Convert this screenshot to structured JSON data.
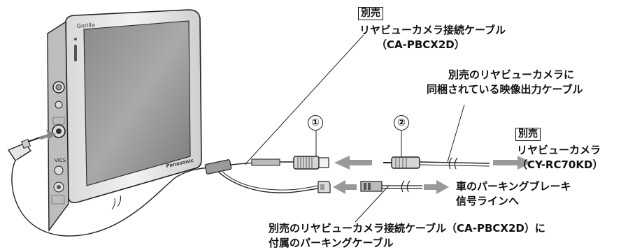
{
  "device": {
    "brand": "Gorilla",
    "maker": "Panasonic",
    "jack_labels": [
      "VICS"
    ]
  },
  "labels": {
    "cable_main_tag": "別売",
    "cable_main_line1": "リヤビューカメラ接続ケーブル",
    "cable_main_line2": "（CA-PBCX2D）",
    "camera_cable_line1": "別売のリヤビューカメラに",
    "camera_cable_line2": "同梱されている映像出力ケーブル",
    "marker_1": "①",
    "marker_2": "②",
    "camera_tag": "別売",
    "camera_line1": "リヤビューカメラ",
    "camera_line2": "（CY-RC70KD）",
    "parking_line1": "車のパーキングブレーキ",
    "parking_line2": "信号ラインへ",
    "bottom_line1": "別売のリヤビューカメラ接続ケーブル（CA-PBCX2D）に",
    "bottom_line2": "付属のパーキングケーブル"
  }
}
